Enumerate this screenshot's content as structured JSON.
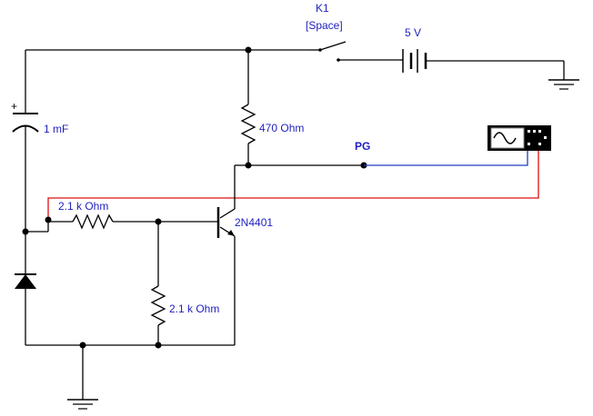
{
  "switch": {
    "name": "K1",
    "key": "[Space]"
  },
  "battery": {
    "label": "5 V"
  },
  "capacitor": {
    "label": "1 mF",
    "polarity": "+"
  },
  "resistor_collector": {
    "label": "470  Ohm"
  },
  "resistor_base": {
    "label": "2.1 k Ohm"
  },
  "resistor_bias": {
    "label": "2.1 k Ohm"
  },
  "transistor": {
    "label": "2N4401"
  },
  "probe": {
    "label": "PG"
  },
  "colors": {
    "wire": "#000000",
    "probe_wire_blue": "#1f3fbf",
    "probe_wire_red": "#e01010",
    "label_text": "#1f1fbf",
    "scope_body": "#000000",
    "scope_screen": "#ffffff"
  },
  "icons": {
    "oscilloscope": "oscilloscope-icon",
    "ground": "ground-icon",
    "diode": "diode-icon"
  }
}
